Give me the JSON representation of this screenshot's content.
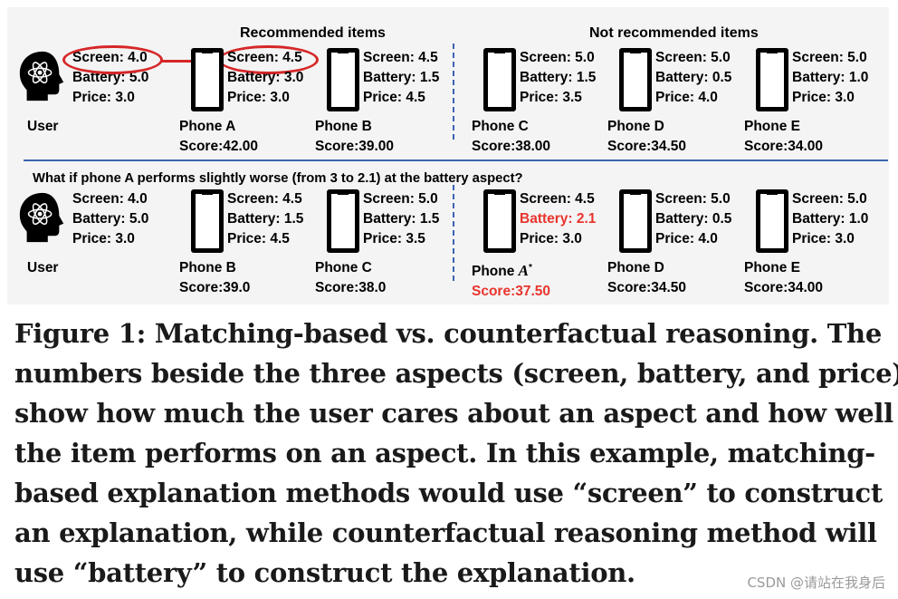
{
  "figure": {
    "header_recommended": "Recommended items",
    "header_not_recommended": "Not recommended items",
    "question": "What if phone A performs slightly worse (from 3 to 2.1) at the battery aspect?",
    "top_row": {
      "user": {
        "label": "User",
        "screen": "Screen: 4.0",
        "battery": "Battery: 5.0",
        "price": "Price: 3.0"
      },
      "items": [
        {
          "screen": "Screen: 4.5",
          "battery": "Battery: 3.0",
          "price": "Price: 3.0",
          "name": "Phone A",
          "score": "Score:42.00"
        },
        {
          "screen": "Screen: 4.5",
          "battery": "Battery: 1.5",
          "price": "Price: 4.5",
          "name": "Phone B",
          "score": "Score:39.00"
        },
        {
          "screen": "Screen: 5.0",
          "battery": "Battery: 1.5",
          "price": "Price: 3.5",
          "name": "Phone C",
          "score": "Score:38.00"
        },
        {
          "screen": "Screen: 5.0",
          "battery": "Battery: 0.5",
          "price": "Price: 4.0",
          "name": "Phone D",
          "score": "Score:34.50"
        },
        {
          "screen": "Screen: 5.0",
          "battery": "Battery: 1.0",
          "price": "Price: 3.0",
          "name": "Phone E",
          "score": "Score:34.00"
        }
      ]
    },
    "bottom_row": {
      "user": {
        "label": "User",
        "screen": "Screen: 4.0",
        "battery": "Battery: 5.0",
        "price": "Price: 3.0"
      },
      "items": [
        {
          "screen": "Screen: 4.5",
          "battery": "Battery: 1.5",
          "price": "Price: 4.5",
          "name": "Phone B",
          "score": "Score:39.0"
        },
        {
          "screen": "Screen: 5.0",
          "battery": "Battery: 1.5",
          "price": "Price: 3.5",
          "name": "Phone C",
          "score": "Score:38.0"
        },
        {
          "screen": "Screen: 4.5",
          "battery": "Battery: 2.1",
          "price": "Price: 3.0",
          "name_prefix": "Phone ",
          "name_var": "A",
          "name_sup": "*",
          "score": "Score:37.50"
        },
        {
          "screen": "Screen: 5.0",
          "battery": "Battery: 0.5",
          "price": "Price: 4.0",
          "name": "Phone D",
          "score": "Score:34.50"
        },
        {
          "screen": "Screen: 5.0",
          "battery": "Battery: 1.0",
          "price": "Price: 3.0",
          "name": "Phone E",
          "score": "Score:34.00"
        }
      ]
    },
    "colors": {
      "highlight_red": "#e8342c",
      "divider_blue": "#3b64b0"
    },
    "icons": {
      "user": "head-with-atom-icon",
      "phone": "smartphone-icon"
    }
  },
  "caption": {
    "lines": [
      "Figure 1: Matching-based vs. counterfactual reasoning. The",
      "numbers beside the three aspects (screen, battery, and price)",
      "show how much the user cares about an aspect and how well",
      "the item performs on an aspect. In this example, matching-",
      "based explanation methods would use “screen” to construct",
      "an explanation, while counterfactual reasoning method will",
      "use “battery” to construct the explanation."
    ]
  },
  "watermark": "CSDN @请站在我身后"
}
